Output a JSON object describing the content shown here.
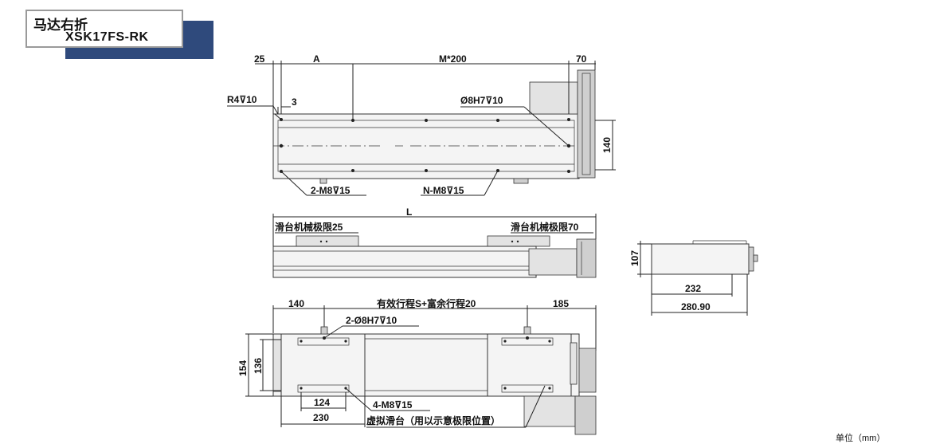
{
  "title": {
    "name_cn": "马达右折",
    "model": "XSK17FS-RK"
  },
  "top_view": {
    "dim_25": "25",
    "dim_a": "A",
    "dim_m200": "M*200",
    "dim_70": "70",
    "r4": "R4⊽10",
    "dim_3": "3",
    "hole_8h7": "Ø8H7⊽10",
    "dim_140": "140",
    "hole_2m8": "2-M8⊽15",
    "hole_nm8": "N-M8⊽15"
  },
  "side_view": {
    "dim_l": "L",
    "limit_left": "滑台机械极限25",
    "limit_right": "滑台机械极限70"
  },
  "end_view": {
    "dim_107": "107",
    "dim_232": "232",
    "dim_28090": "280.90"
  },
  "bottom_view": {
    "dim_140": "140",
    "stroke": "有效行程S+富余行程20",
    "dim_185": "185",
    "hole_2_8h7": "2-Ø8H7⊽10",
    "dim_154": "154",
    "dim_136": "136",
    "dim_124": "124",
    "dim_230": "230",
    "hole_4m8": "4-M8⊽15",
    "virtual_note": "虚拟滑台（用以示意极限位置）"
  },
  "unit": "单位（mm）"
}
